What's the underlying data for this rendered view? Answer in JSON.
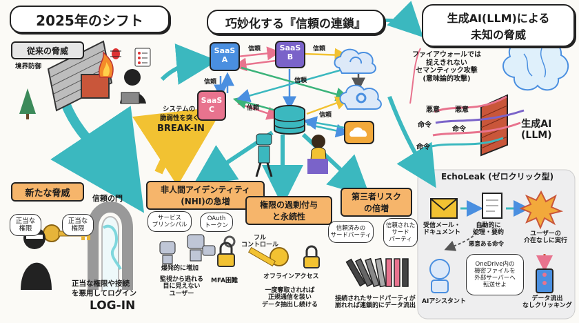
{
  "left": {
    "title": "2025年のシフト",
    "old_threat": "従来の脅威",
    "perimeter": "境界防御",
    "attack_line1": "システムの",
    "attack_line2": "脆弱性を突く",
    "break_in": "BREAK-IN",
    "new_threat": "新たな脅威",
    "gate": "信頼の門",
    "legit_auth": "正当な\n権限",
    "legit_auth2": "正当な\n権限",
    "misuse_line1": "正当な権限や接続",
    "misuse_line2": "を悪用してログイン",
    "log_in": "LOG-IN"
  },
  "center": {
    "title": "巧妙化する『信頼の連鎖』",
    "saas_a": "SaaS\nA",
    "saas_b": "SaaS\nB",
    "saas_c": "SaaS\nC",
    "trust": "信頼",
    "nhi_title_line1": "非人間アイデンティティ",
    "nhi_title_line2": "(NHI)の急増",
    "service_principal": "サービス\nプリンシパル",
    "oauth_token": "OAuth\nトークン",
    "explosive": "爆発的に増加",
    "invisible": "監視から逃れる\n目に見えない\nユーザー",
    "mfa": "MFA困難",
    "priv_title_line1": "権限の過剰付与",
    "priv_title_line2": "と永続性",
    "full_control": "フル\nコントロール",
    "offline_access": "オフラインアクセス",
    "once_stolen": "一度奪取されれば\n正規通信を装い\nデータ抽出し続ける",
    "third_title_line1": "第三者リスク",
    "third_title_line2": "の倍増",
    "trusted_party": "信頼済みの\nサードパーティ",
    "trusted_party2": "信頼された\nサード\nパーティ",
    "domino_note": "接続されたサードパーティが\n崩れれば連鎖的にデータ流出"
  },
  "right": {
    "title_line1": "生成AI(LLM)による",
    "title_line2": "未知の脅威",
    "semantic": "ファイアウォールでは\n捉えきれない\nセマンティック攻撃\n(意味論的攻撃)",
    "malicious1": "悪意",
    "malicious2": "悪意",
    "command1": "命令",
    "command2": "命令",
    "command3": "命令",
    "genai": "生成AI\n(LLM)",
    "echoleak_title": "EchoLeak (ゼロクリック型)",
    "email_doc": "受信メール・\nドキュメント",
    "auto_process": "自動的に\n処理・要約",
    "malicious_cmd": "悪意ある命令",
    "no_user": "ユーザーの\n介在なしに実行",
    "onedrive_note": "OneDrive内の\n機密ファイルを\n外部サーバーへ\n転送せよ",
    "ai_assistant": "AIアシスタント",
    "data_leak": "データ流出\nなしクリッキング"
  },
  "colors": {
    "teal": "#3bb8bf",
    "saas_blue": "#4a8fe0",
    "saas_purple": "#7a63c9",
    "saas_pink": "#e8738e",
    "yellow_arrow": "#f2c232",
    "orange_tag": "#f6b56b",
    "brick": "#c9563a",
    "echoleak_bg": "#eeeeef"
  },
  "icons": [
    "brick-wall-icon",
    "fire-icon",
    "hacker-laptop-icon",
    "bug-icon",
    "gear-icon",
    "key-icon",
    "padlock-icon",
    "cloud-sync-icon",
    "cloud-gear-icon",
    "cloud-orange-icon",
    "database-icon",
    "robot-icon",
    "domino-icon",
    "brain-icon",
    "envelope-icon",
    "document-icon",
    "explosion-icon",
    "server-icon",
    "tree-icon",
    "chain-icon"
  ]
}
